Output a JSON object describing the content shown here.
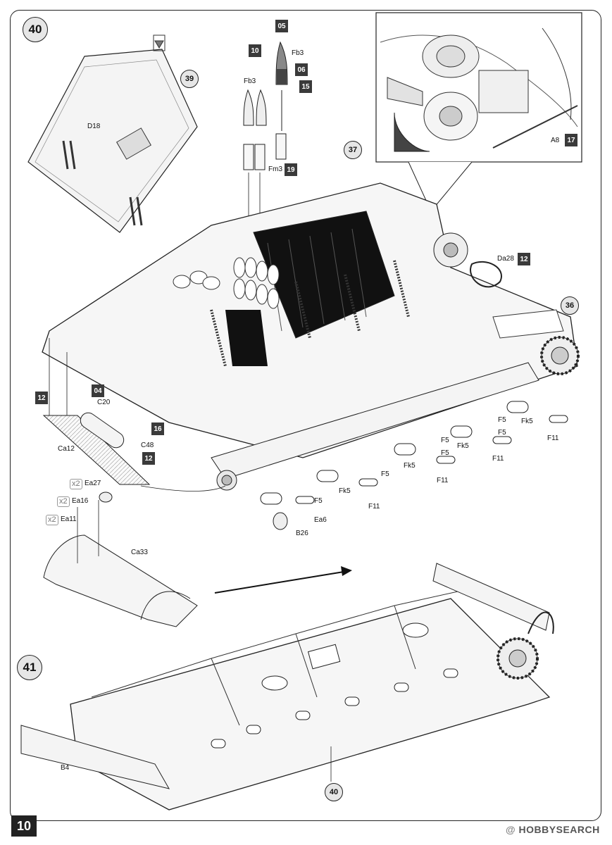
{
  "page_number": "10",
  "steps": [
    "40",
    "41"
  ],
  "references": [
    "39",
    "37",
    "36",
    "40"
  ],
  "sprue_codes": [
    "05",
    "10",
    "06",
    "15",
    "19",
    "17",
    "12",
    "04",
    "16",
    "12",
    "12"
  ],
  "part_labels": {
    "fb3_top": "Fb3",
    "fb3_left": "Fb3",
    "fm3": "Fm3",
    "d18": "D18",
    "a8": "A8",
    "da28": "Da28",
    "c20": "C20",
    "ca12": "Ca12",
    "c48": "C48",
    "ea27": "Ea27",
    "ea16": "Ea16",
    "ea11": "Ea11",
    "ca33": "Ca33",
    "b26": "B26",
    "ea6": "Ea6",
    "b4": "B4",
    "f5": "F5",
    "fk5": "Fk5",
    "f11": "F11"
  },
  "quantities": [
    "x2",
    "x2",
    "x2"
  ],
  "watermark": {
    "brand": "HOBBY",
    "suffix": "SEARCH",
    "mark": "@"
  },
  "colors": {
    "line": "#222222",
    "fill_light": "#f2f2f2",
    "dark": "#111111",
    "badge": "#3a3a3a"
  }
}
